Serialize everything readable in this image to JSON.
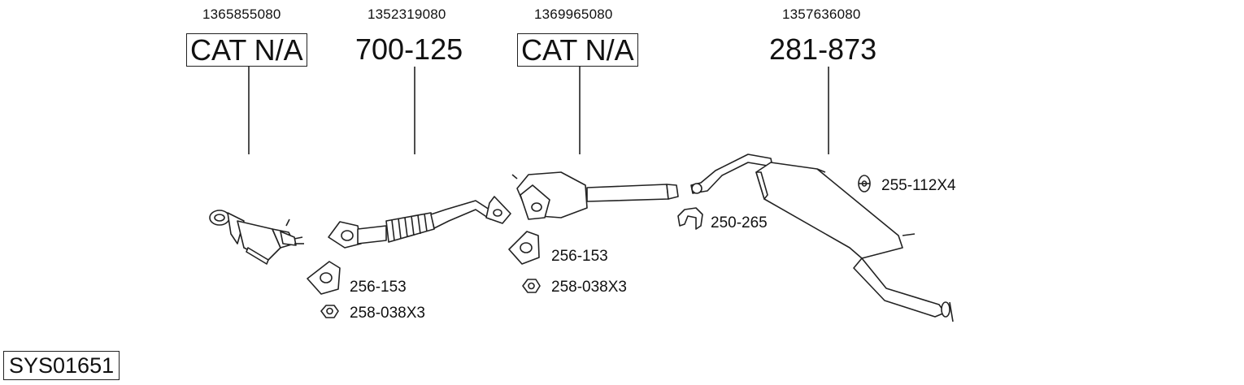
{
  "diagram_id": "SYS01651",
  "parts": [
    {
      "oe_number": "1365855080",
      "part_number": "CAT N/A",
      "boxed": true
    },
    {
      "oe_number": "1352319080",
      "part_number": "700-125",
      "boxed": false
    },
    {
      "oe_number": "1369965080",
      "part_number": "CAT N/A",
      "boxed": true
    },
    {
      "oe_number": "1357636080",
      "part_number": "281-873",
      "boxed": false
    }
  ],
  "accessories": [
    {
      "label": "256-153",
      "icon": "gasket-icon"
    },
    {
      "label": "258-038X3",
      "icon": "nut-icon"
    },
    {
      "label": "256-153",
      "icon": "gasket-icon"
    },
    {
      "label": "258-038X3",
      "icon": "nut-icon"
    },
    {
      "label": "250-265",
      "icon": "clamp-icon"
    },
    {
      "label": "255-112X4",
      "icon": "rubber-mount-icon"
    }
  ]
}
